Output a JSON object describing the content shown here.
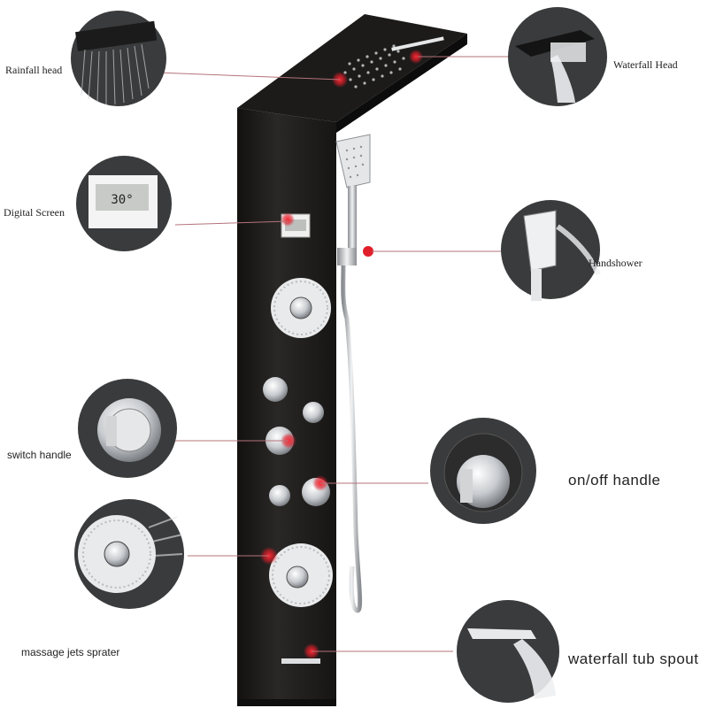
{
  "labels": {
    "rainfall_head": "Rainfall head",
    "waterfall_head": "Waterfall Head",
    "digital_screen": "Digital Screen",
    "handshower": "Handshower",
    "switch_handle": "switch handle",
    "on_off_handle": "on/off handle",
    "massage_jets": "massage jets sprater",
    "waterfall_tub_spout": "waterfall tub spout"
  },
  "screen_reading": "30°",
  "colors": {
    "panel": "#1e1d1c",
    "chrome": "#c9ccd0",
    "callout_line": "#b4737a",
    "marker": "#e01e2a"
  }
}
